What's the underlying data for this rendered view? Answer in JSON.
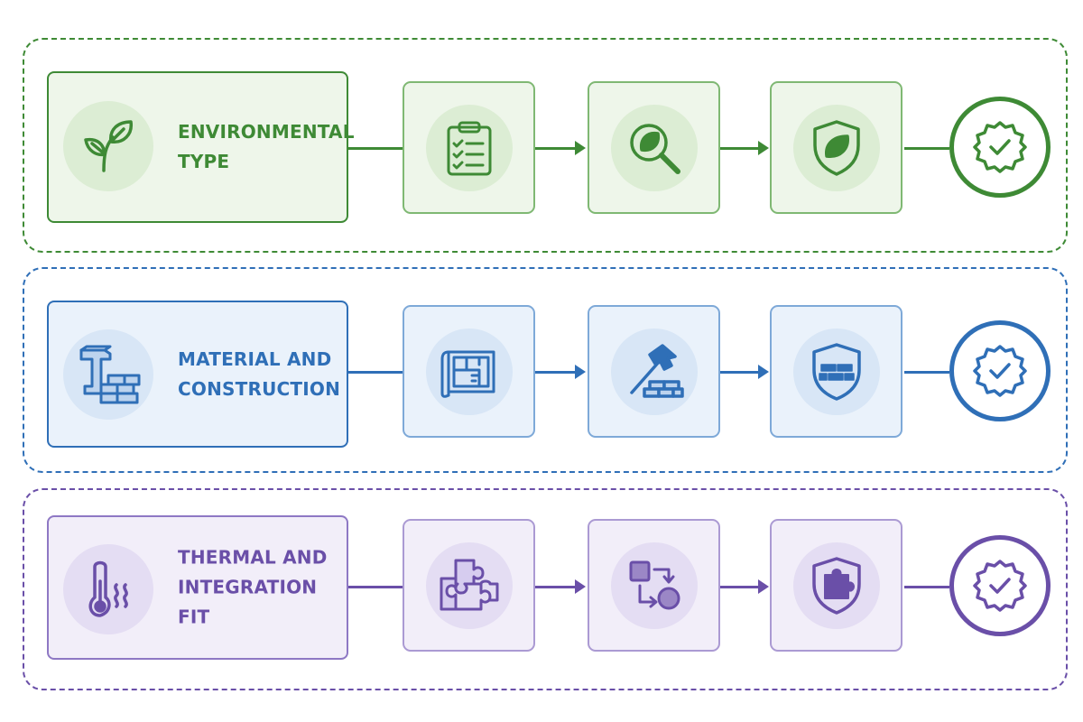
{
  "rows": [
    {
      "id": "environmental",
      "label": "ENVIRONMENTAL\nTYPE",
      "color": "#3e8a35",
      "icons": [
        "leaf-icon",
        "clipboard-checklist-icon",
        "magnifier-leaf-icon",
        "shield-leaf-icon",
        "check-badge-icon"
      ]
    },
    {
      "id": "material",
      "label": "MATERIAL AND\nCONSTRUCTION",
      "color": "#2f6fb7",
      "icons": [
        "steel-beam-bricks-icon",
        "blueprint-icon",
        "hammer-bricks-icon",
        "shield-brick-icon",
        "check-badge-icon"
      ]
    },
    {
      "id": "thermal",
      "label": "THERMAL AND\nINTEGRATION FIT",
      "color": "#6a4fa8",
      "icons": [
        "thermometer-heat-icon",
        "puzzle-icon",
        "flow-shapes-icon",
        "shield-puzzle-icon",
        "check-badge-icon"
      ]
    }
  ]
}
